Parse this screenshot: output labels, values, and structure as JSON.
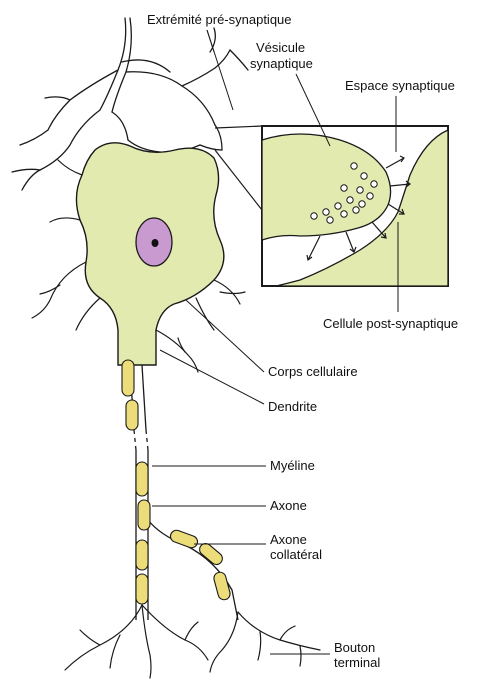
{
  "labels": {
    "presynaptic_end": "Extrémité pré-synaptique",
    "synaptic_vesicle_line1": "Vésicule",
    "synaptic_vesicle_line2": "synaptique",
    "synaptic_cleft": "Espace synaptique",
    "postsynaptic_cell": "Cellule post-synaptique",
    "cell_body": "Corps cellulaire",
    "dendrite": "Dendrite",
    "myelin": "Myéline",
    "axon": "Axone",
    "collateral_axon_line1": "Axone",
    "collateral_axon_line2": "collatéral",
    "terminal_button_line1": "Bouton",
    "terminal_button_line2": "terminal"
  },
  "colors": {
    "cytoplasm": "#e3eab0",
    "nucleus": "#c99ad0",
    "myelin": "#eddd7a",
    "outline": "#1a1a1a"
  }
}
